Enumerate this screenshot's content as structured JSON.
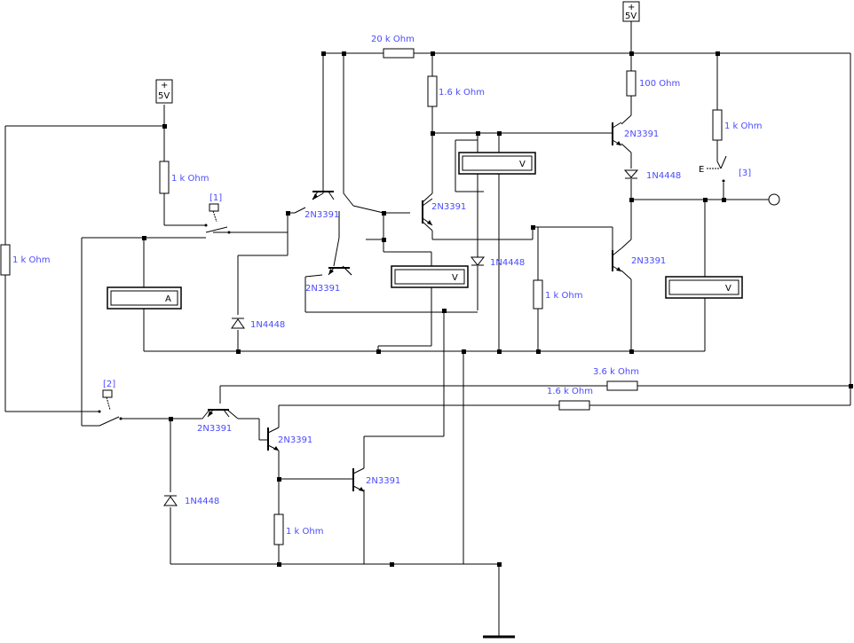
{
  "supplies": [
    {
      "id": "supply-left",
      "plus": "+",
      "value": "5V"
    },
    {
      "id": "supply-top",
      "plus": "+",
      "value": "5V"
    }
  ],
  "components": [
    {
      "id": "r-20k",
      "label": "20 k Ohm"
    },
    {
      "id": "r-1k6-top",
      "label": "1.6 k Ohm"
    },
    {
      "id": "r-100",
      "label": "100  Ohm"
    },
    {
      "id": "r-1k-right",
      "label": "1 k Ohm"
    },
    {
      "id": "r-1k-switch1",
      "label": "1 k Ohm"
    },
    {
      "id": "r-1k-left",
      "label": "1 k Ohm"
    },
    {
      "id": "r-1k-center",
      "label": "1 k Ohm"
    },
    {
      "id": "r-3k6",
      "label": "3.6 k Ohm"
    },
    {
      "id": "r-1k6-bottom",
      "label": "1.6 k Ohm"
    },
    {
      "id": "r-1k-bottom",
      "label": "1 k Ohm"
    },
    {
      "id": "q-upper-left",
      "label": "2N3391"
    },
    {
      "id": "q-lower-left",
      "label": "2N3391"
    },
    {
      "id": "q-center",
      "label": "2N3391"
    },
    {
      "id": "q-top-right",
      "label": "2N3391"
    },
    {
      "id": "q-right",
      "label": "2N3391"
    },
    {
      "id": "q-bottom-1",
      "label": "2N3391"
    },
    {
      "id": "q-bottom-2",
      "label": "2N3391"
    },
    {
      "id": "q-bottom-3",
      "label": "2N3391"
    },
    {
      "id": "d-left",
      "label": "1N4448"
    },
    {
      "id": "d-center",
      "label": "1N4448"
    },
    {
      "id": "d-top-right",
      "label": "1N4448"
    },
    {
      "id": "d-bottom",
      "label": "1N4448"
    }
  ],
  "switches": [
    {
      "id": "sw-1",
      "label": "[1]"
    },
    {
      "id": "sw-2",
      "label": "[2]"
    },
    {
      "id": "sw-3",
      "label": "[3]",
      "key": "E"
    }
  ],
  "meters": [
    {
      "id": "ammeter",
      "label": "A"
    },
    {
      "id": "voltmeter-top",
      "label": "V"
    },
    {
      "id": "voltmeter-mid",
      "label": "V"
    },
    {
      "id": "voltmeter-right",
      "label": "V"
    }
  ]
}
